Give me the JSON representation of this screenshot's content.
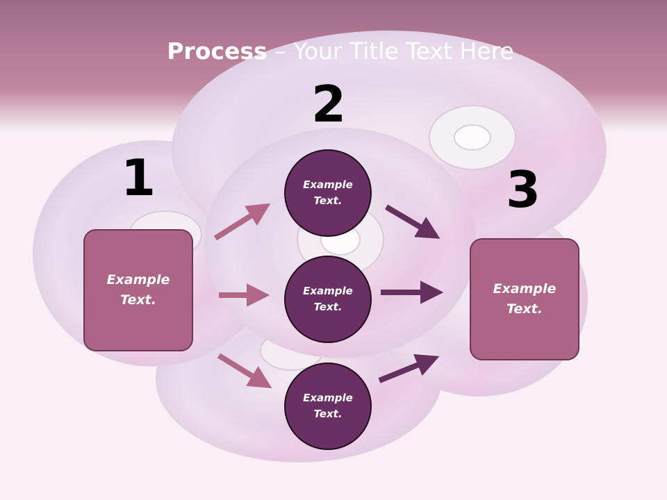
{
  "title": {
    "bold": "Process",
    "rest": " – Your Title Text Here"
  },
  "steps": [
    {
      "number": "1",
      "text": "Example\nText."
    },
    {
      "number": "2",
      "items": [
        "Example\nText.",
        "Example\nText.",
        "Example\nText."
      ]
    },
    {
      "number": "3",
      "text": "Example\nText."
    }
  ],
  "colors": {
    "header": "#a35678",
    "box_fill": "#ad6585",
    "box_border": "#6e3453",
    "circle_fill": "#6a2f63",
    "arrow_in": "#b36787",
    "arrow_out": "#64305d"
  },
  "background_image": "compact-discs"
}
